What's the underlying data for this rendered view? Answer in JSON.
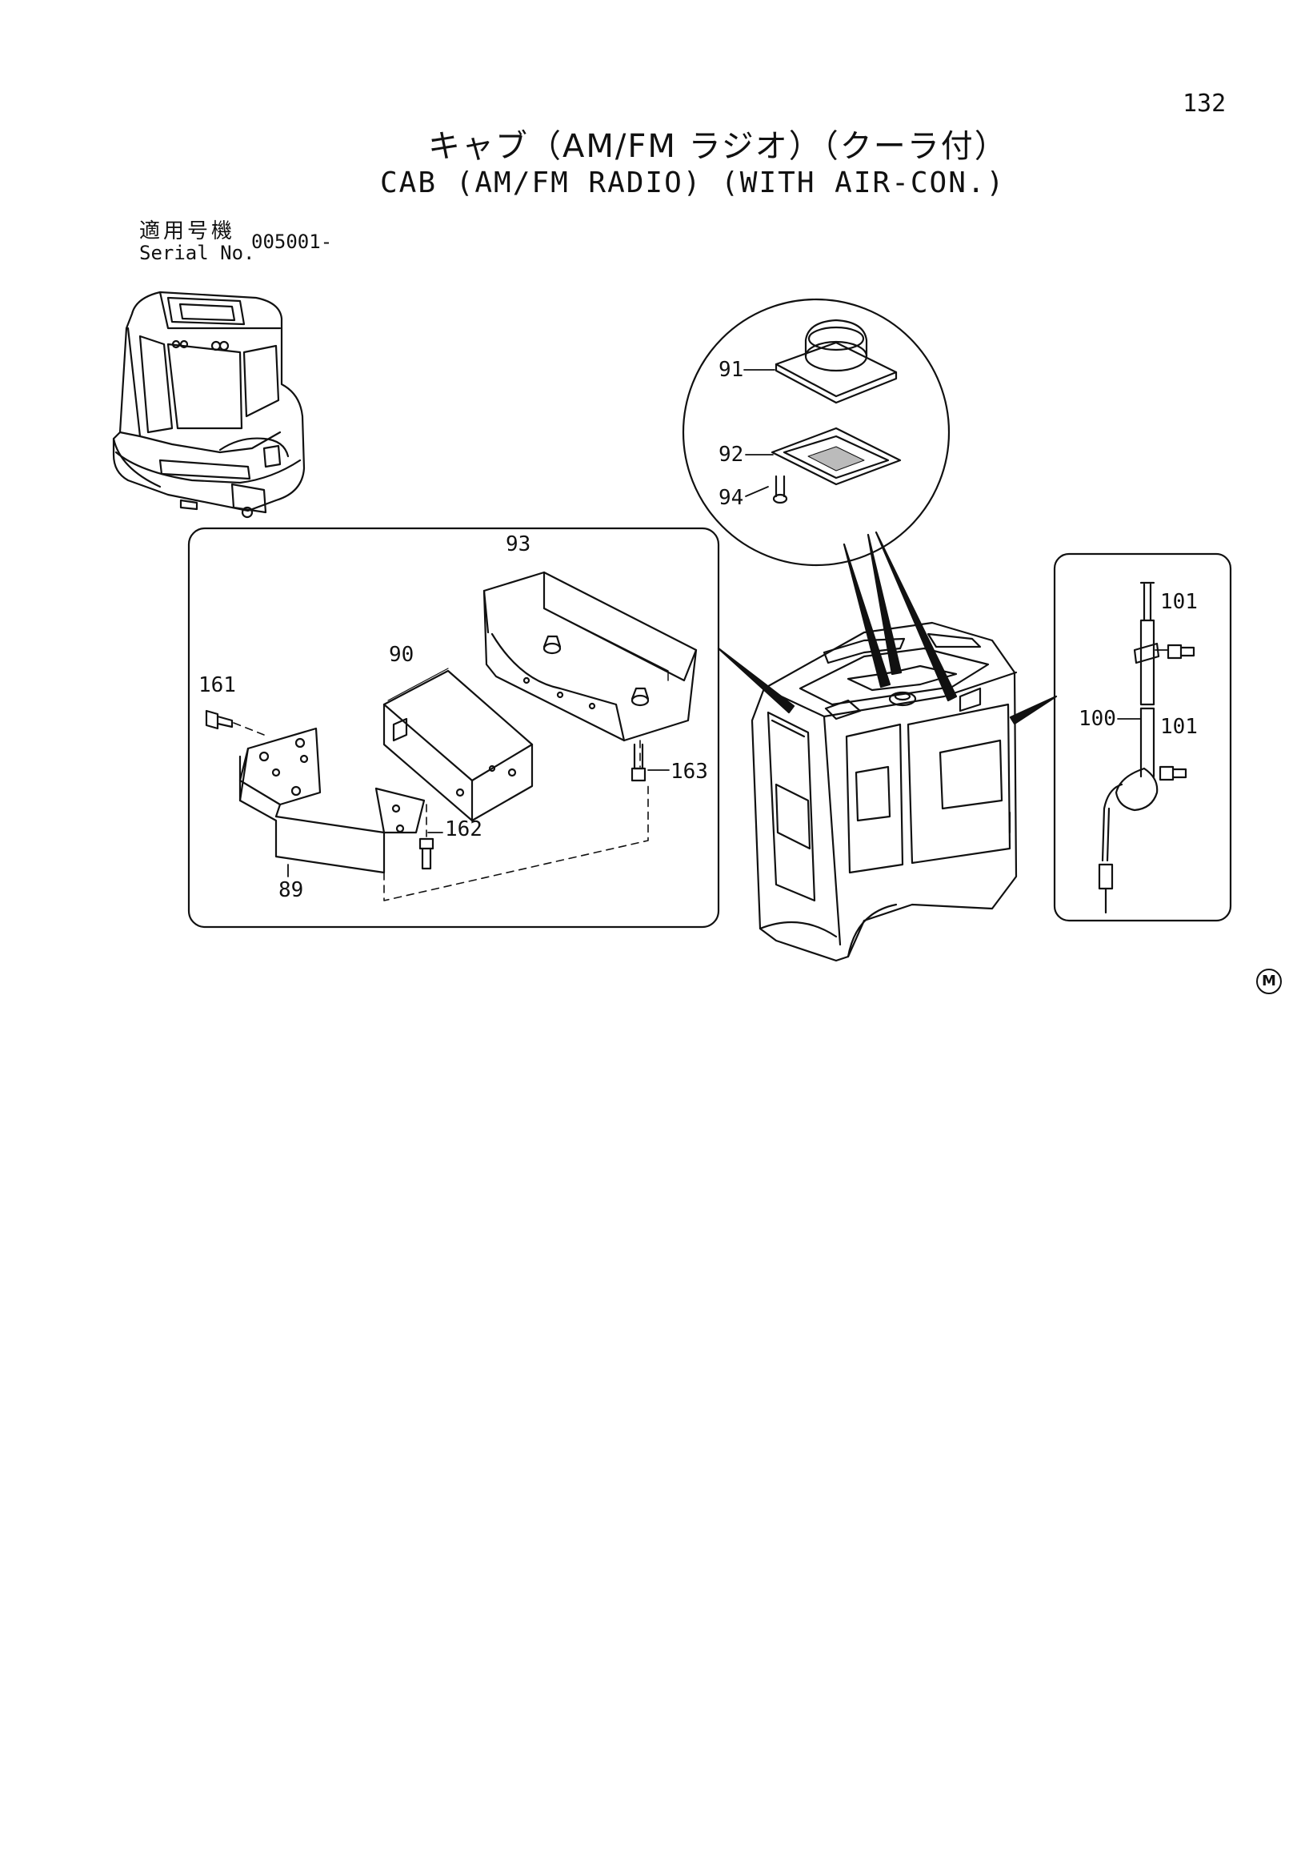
{
  "header": {
    "page_number": "132",
    "title_jp": "キャブ（AM/FM ラジオ）（クーラ付）",
    "title_en": "CAB (AM/FM RADIO) (WITH AIR-CON.)",
    "serial_label_jp": "適用号機",
    "serial_label_en": "Serial No.",
    "serial_value": "005001-"
  },
  "callouts": {
    "p89": "89",
    "p90": "90",
    "p91": "91",
    "p92": "92",
    "p93": "93",
    "p94": "94",
    "p100": "100",
    "p101a": "101",
    "p101b": "101",
    "p161": "161",
    "p162": "162",
    "p163": "163"
  },
  "maker_mark": "M"
}
